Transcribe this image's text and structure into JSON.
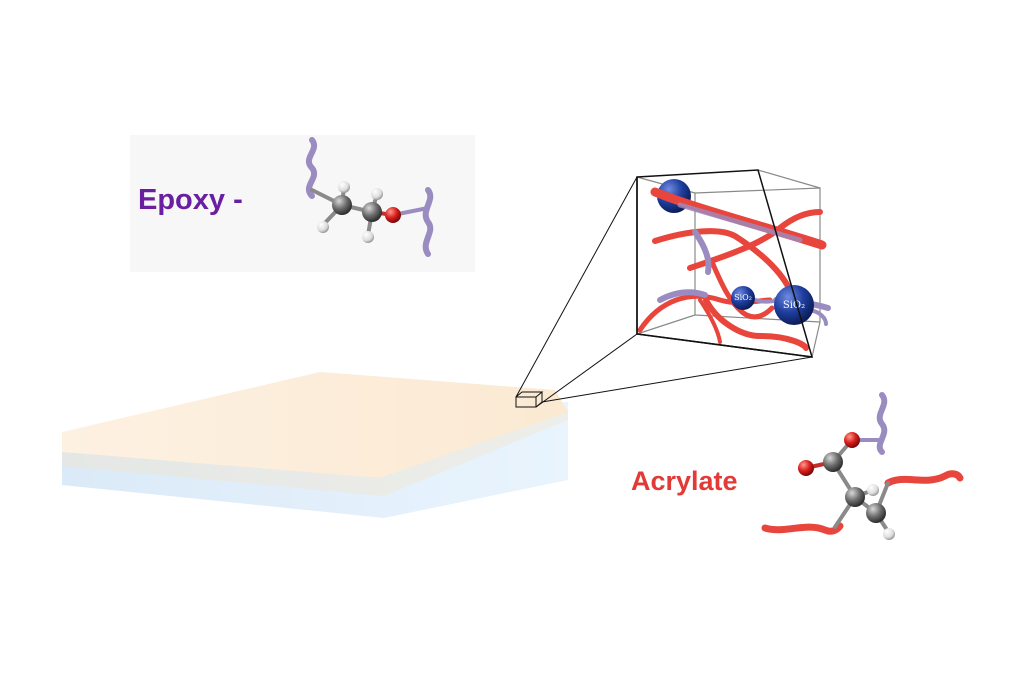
{
  "labels": {
    "epoxy": "Epoxy -",
    "acrylate": "Acrylate",
    "sio2_small": "SiO₂",
    "sio2_large": "SiO₂"
  },
  "colors": {
    "epoxy_text": "#6a1fa0",
    "acrylate_text": "#e23a36",
    "polymer_red": "#e8453c",
    "polymer_purple": "#9a8cc0",
    "sio2_blue": "#1f3fa0",
    "film_top": "#fdf1e0",
    "substrate": "#e3f0fb",
    "carbon": "#6e6e6e",
    "hydrogen": "#e8e8e8",
    "oxygen": "#d81e1e"
  }
}
